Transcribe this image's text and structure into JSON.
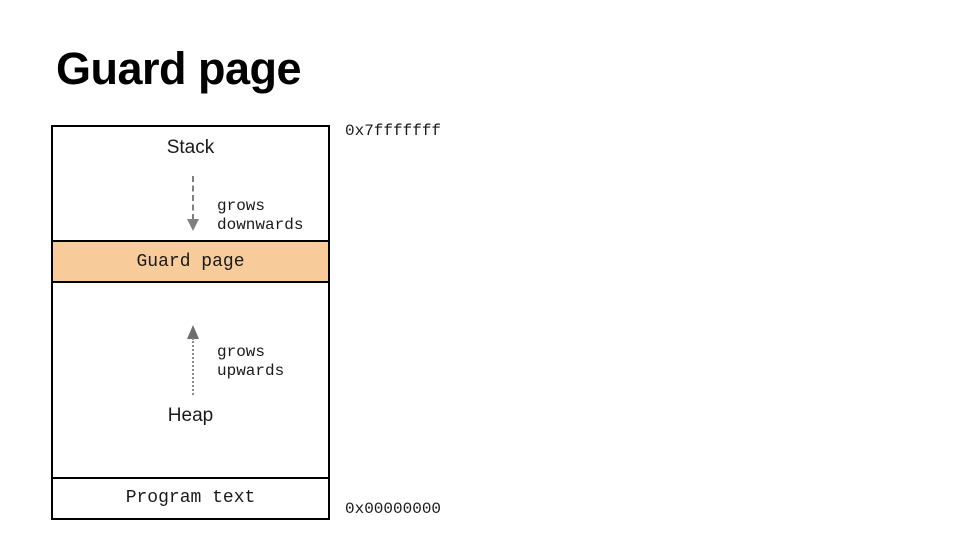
{
  "slide": {
    "title": "Guard page"
  },
  "diagram": {
    "name": "process-memory-layout",
    "regions": [
      {
        "id": "stack",
        "label": "Stack",
        "fill": "#ffffff",
        "growth": {
          "direction": "down",
          "line1": "grows",
          "line2": "downwards",
          "arrow_style": "dashed",
          "arrow_color": "#808080"
        }
      },
      {
        "id": "guard",
        "label": "Guard page",
        "fill": "#f8cb9b"
      },
      {
        "id": "heap",
        "label": "Heap",
        "fill": "#ffffff",
        "growth": {
          "direction": "up",
          "line1": "grows",
          "line2": "upwards",
          "arrow_style": "dotted",
          "arrow_color": "#8c8c8c"
        }
      },
      {
        "id": "program-text",
        "label": "Program text",
        "fill": "#ffffff"
      }
    ],
    "addresses": {
      "top": "0x7fffffff",
      "bottom": "0x00000000"
    },
    "border_color": "#000000"
  }
}
